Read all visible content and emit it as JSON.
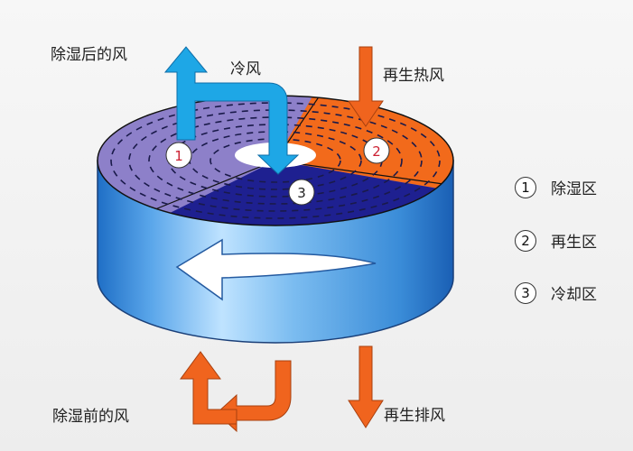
{
  "labels": {
    "after_dehumid_air": "除湿后的风",
    "cool_air": "冷风",
    "regen_hot_air": "再生热风",
    "before_dehumid_air": "除湿前的风",
    "regen_exhaust": "再生排风"
  },
  "zones": [
    {
      "number": "1",
      "name": "除湿区",
      "color": "#8b7ec8"
    },
    {
      "number": "2",
      "name": "再生区",
      "color": "#f26a1b"
    },
    {
      "number": "3",
      "name": "冷却区",
      "color": "#1d1f8a"
    }
  ],
  "colors": {
    "cool_arrow": "#1ea7e6",
    "hot_arrow": "#f0641e",
    "cylinder_side": "#3f8fd8",
    "rotation_arrow": "#ffffff"
  },
  "icons": [
    "rotation-arrow-icon"
  ]
}
